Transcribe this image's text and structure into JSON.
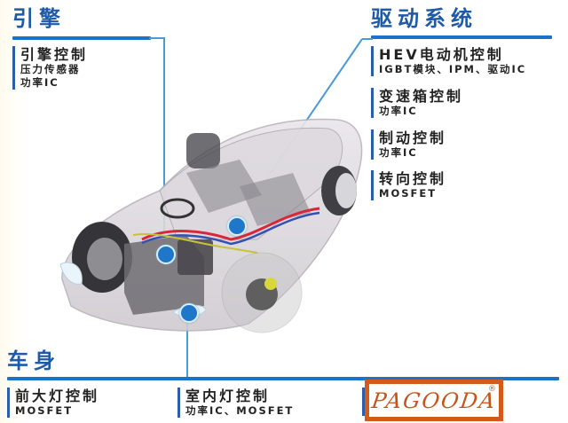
{
  "sections": {
    "engine": {
      "title": "引擎",
      "items": [
        {
          "main": "引擎控制",
          "subs": [
            "压力传感器",
            "功率IC"
          ]
        }
      ]
    },
    "drivetrain": {
      "title": "驱动系统",
      "items": [
        {
          "main": "HEV电动机控制",
          "subs": [
            "IGBT模块、IPM、驱动IC"
          ]
        },
        {
          "main": "变速箱控制",
          "subs": [
            "功率IC"
          ]
        },
        {
          "main": "制动控制",
          "subs": [
            "功率IC"
          ]
        },
        {
          "main": "转向控制",
          "subs": [
            "MOSFET"
          ]
        }
      ]
    },
    "body": {
      "title": "车身",
      "items": [
        {
          "main": "前大灯控制",
          "subs": [
            "MOSFET"
          ]
        },
        {
          "main": "室内灯控制",
          "subs": [
            "功率IC、MOSFET"
          ]
        }
      ]
    }
  },
  "logo": {
    "text": "PAGOODA",
    "mark": "®"
  },
  "colors": {
    "title_blue": "#1f5aa6",
    "rule_blue": "#1a73c8",
    "logo_orange": "#d45a1c"
  }
}
